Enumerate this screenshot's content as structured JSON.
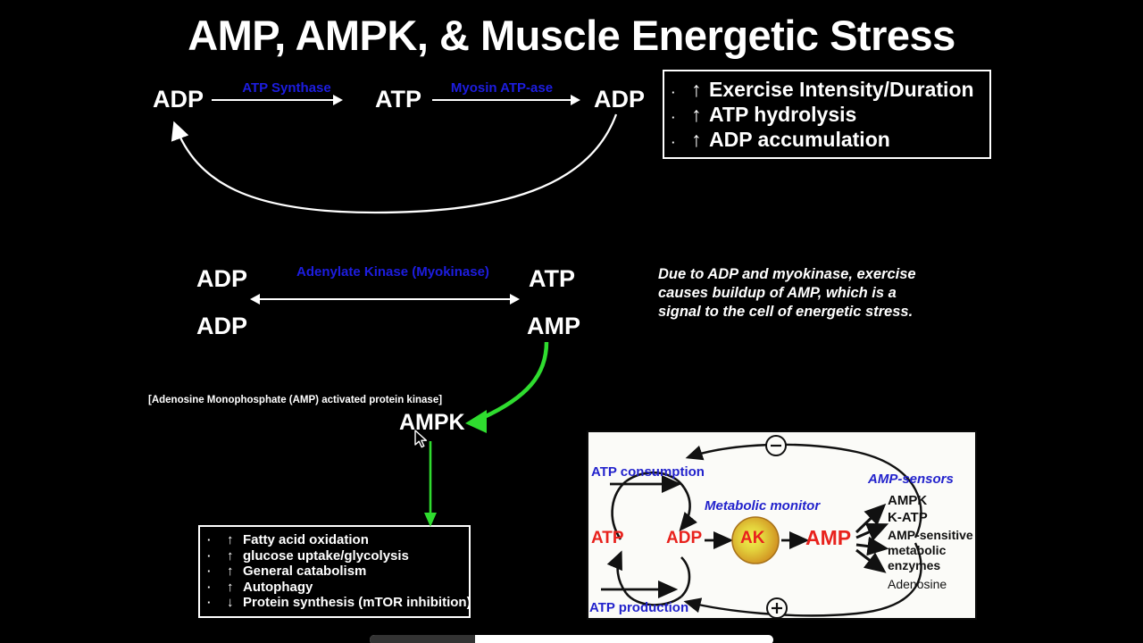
{
  "slide": {
    "title": "AMP, AMPK, & Muscle Energetic Stress",
    "background_color": "#000000",
    "text_color": "#ffffff",
    "accent_blue": "#1d1de0",
    "accent_green": "#2fdc2f"
  },
  "pathway_top": {
    "node_1": "ADP",
    "enzyme_1": "ATP Synthase",
    "node_2": "ATP",
    "enzyme_2": "Myosin ATP-ase",
    "node_3": "ADP",
    "recycle_arrow": "curved-return-arrow"
  },
  "box_top": {
    "bullet_char": "·",
    "items": [
      {
        "direction": "↑",
        "text": "Exercise Intensity/Duration"
      },
      {
        "direction": "↑",
        "text": "ATP hydrolysis"
      },
      {
        "direction": "↑",
        "text": "ADP accumulation"
      }
    ]
  },
  "pathway_middle": {
    "left_top": "ADP",
    "left_bottom": "ADP",
    "right_top": "ATP",
    "right_bottom": "AMP",
    "enzyme_line1": "Adenylate Kinase",
    "enzyme_line2": "(Myokinase)"
  },
  "note": {
    "line1": "Due to ADP and myokinase, exercise",
    "line2": "causes buildup of AMP, which is a",
    "line3": "signal to the cell of energetic stress."
  },
  "ampk": {
    "caption": "[Adenosine Monophosphate (AMP) activated protein kinase]",
    "label": "AMPK"
  },
  "box_bottom": {
    "bullet_char": "·",
    "items": [
      {
        "direction": "↑",
        "text": "Fatty acid oxidation"
      },
      {
        "direction": "↑",
        "text": "glucose uptake/glycolysis"
      },
      {
        "direction": "↑",
        "text": "General catabolism"
      },
      {
        "direction": "↑",
        "text": "Autophagy"
      },
      {
        "direction": "↓",
        "text": "Protein synthesis (mTOR inhibition)"
      }
    ]
  },
  "figure": {
    "atp_consumption": "ATP consumption",
    "atp_production": "ATP production",
    "atp": "ATP",
    "adp": "ADP",
    "ak": "AK",
    "amp": "AMP",
    "metabolic_monitor": "Metabolic monitor",
    "amp_sensors_header": "AMP-sensors",
    "sensors": [
      "AMPK",
      "K-ATP",
      "AMP-sensitive",
      "metabolic",
      "enzymes",
      "Adenosine"
    ],
    "minus_sign": "−",
    "plus_sign": "+",
    "colors": {
      "background": "#fbfbf8",
      "blue": "#2222cc",
      "red": "#e8221d",
      "ak_fill_center": "#e8e84a",
      "ak_fill_edge": "#d18f22"
    }
  },
  "player": {
    "progress_percent": 26
  }
}
